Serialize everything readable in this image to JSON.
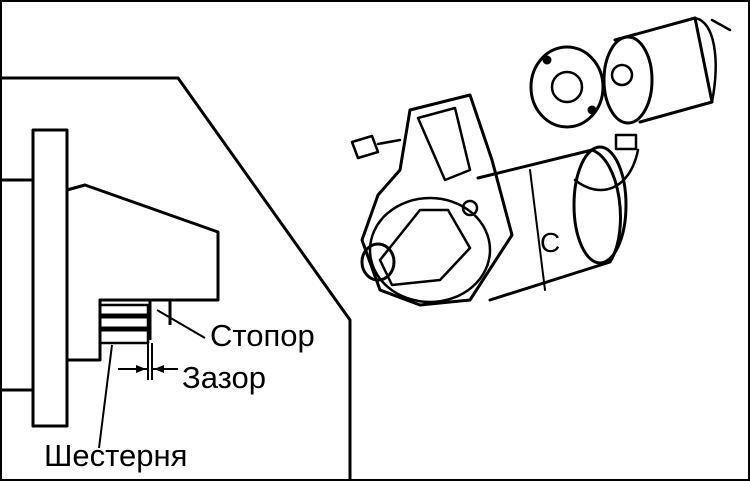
{
  "labels": {
    "stopper": "Стопор",
    "gap": "Зазор",
    "gear": "Шестерня"
  },
  "colors": {
    "ink": "#000000",
    "paper": "#ffffff"
  }
}
